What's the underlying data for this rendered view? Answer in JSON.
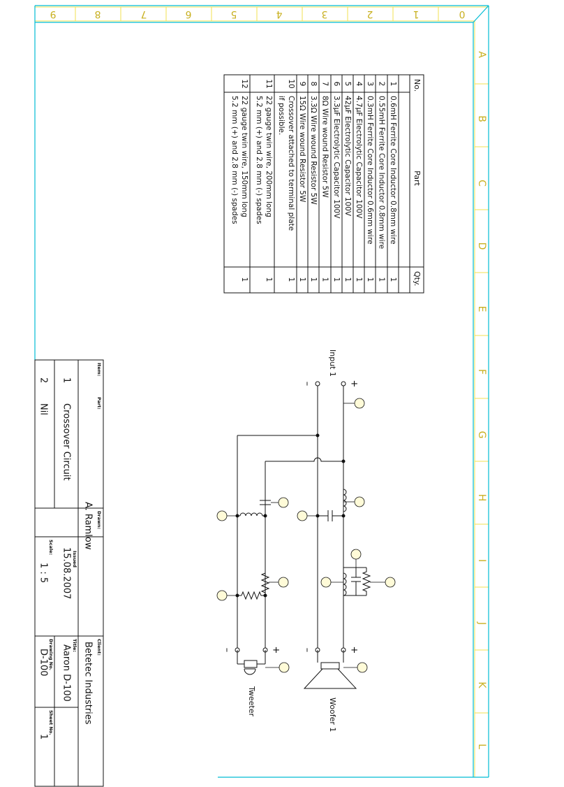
{
  "frame": {
    "col_numbers": [
      "9",
      "8",
      "7",
      "6",
      "5",
      "4",
      "3",
      "2",
      "1",
      "0"
    ],
    "row_letters": [
      "A",
      "B",
      "C",
      "D",
      "E",
      "F",
      "G",
      "H",
      "I",
      "J",
      "K",
      "L"
    ],
    "border_color": "#00bcd4",
    "grid_color": "#f0e050"
  },
  "parts_table": {
    "headers": {
      "no": "No.",
      "part": "Part",
      "qty": "Qty."
    },
    "rows": [
      {
        "no": "1",
        "part": [
          "0.6mH Ferrite Core Inductor 0.8mm wire"
        ],
        "qty": "1"
      },
      {
        "no": "2",
        "part": [
          "0.55mH Ferrite Core Inductor 0.8mm wire"
        ],
        "qty": "1"
      },
      {
        "no": "3",
        "part": [
          "0.3mH Ferrite Core Inductor 0.6mm wire"
        ],
        "qty": "1"
      },
      {
        "no": "4",
        "part": [
          "4.7μF Electrolytic Capacitor 100V"
        ],
        "qty": "1"
      },
      {
        "no": "5",
        "part": [
          "42μF Electrolytic Capacitor 100V"
        ],
        "qty": "1"
      },
      {
        "no": "6",
        "part": [
          "3.3μF Electrolytic Capacitor 100V"
        ],
        "qty": "1"
      },
      {
        "no": "7",
        "part": [
          "8Ω Wire wound Resistor 5W"
        ],
        "qty": "1"
      },
      {
        "no": "8",
        "part": [
          "3.3Ω Wire wound Resistor 5W"
        ],
        "qty": "1"
      },
      {
        "no": "9",
        "part": [
          "15Ω Wire wound Resistor 5W"
        ],
        "qty": "1"
      },
      {
        "no": "10",
        "part": [
          "Crossover attached to terminal plate",
          "if possible."
        ],
        "qty": "1"
      },
      {
        "no": "11",
        "part": [
          "22 gauge twin wire, 200mm long",
          "5.2 mm (+) and 2.8 mm (-) spades"
        ],
        "qty": "1"
      },
      {
        "no": "12",
        "part": [
          "22 gauge twin wire, 150mm long",
          "5.2 mm (+) and 2.8 mm (-) spades"
        ],
        "qty": "1"
      }
    ]
  },
  "schematic": {
    "input_label": "Input 1",
    "woofer_label": "Woofer 1",
    "tweeter_label": "Tweeter",
    "plus": "+",
    "minus": "–"
  },
  "title_block": {
    "headers": {
      "item": "Item:",
      "part": "Part:",
      "drawn": "Drawn:",
      "issued": "Issued",
      "scale": "Scale:",
      "client": "Client:",
      "title": "Title:",
      "drawing_no": "Drawing No.",
      "sheet_no": "Sheet No."
    },
    "rows": [
      {
        "item": "1",
        "part": "Crossover Circuit"
      },
      {
        "item": "2",
        "part": "Nil"
      }
    ],
    "drawn": "A. Ramlow",
    "issued": "15.08.2007",
    "scale": "1 : 5",
    "client": "Betetec Industries",
    "title": "Aaron D-100",
    "drawing_no": "D-100",
    "sheet_no": "1"
  }
}
